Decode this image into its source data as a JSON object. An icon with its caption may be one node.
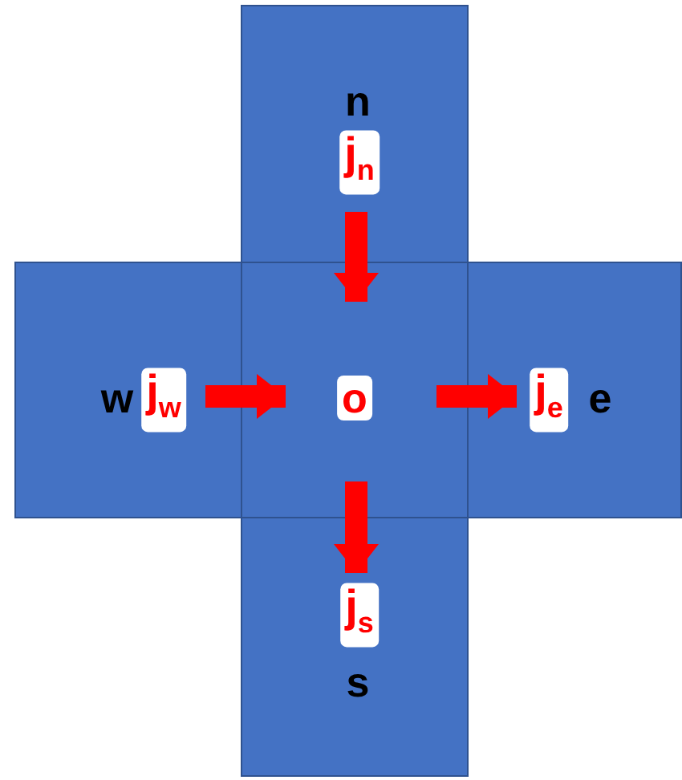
{
  "diagram": {
    "nodes": [
      {
        "text": [
          "n"
        ]
      },
      {
        "text": [
          "w"
        ]
      },
      {
        "text": [
          "o"
        ]
      },
      {
        "text": [
          "e"
        ]
      },
      {
        "text": [
          "s"
        ]
      }
    ],
    "edges": [
      {
        "from": 0,
        "to": 2,
        "arrow": "to",
        "label": "j$_{n}$"
      },
      {
        "from": 1,
        "to": 2,
        "arrow": "to",
        "label": "j$_{w}$"
      },
      {
        "from": 2,
        "to": 3,
        "arrow": "to",
        "label": "j$_{e}$"
      },
      {
        "from": 2,
        "to": 4,
        "arrow": "to",
        "label": "j$_{s}$"
      }
    ]
  }
}
